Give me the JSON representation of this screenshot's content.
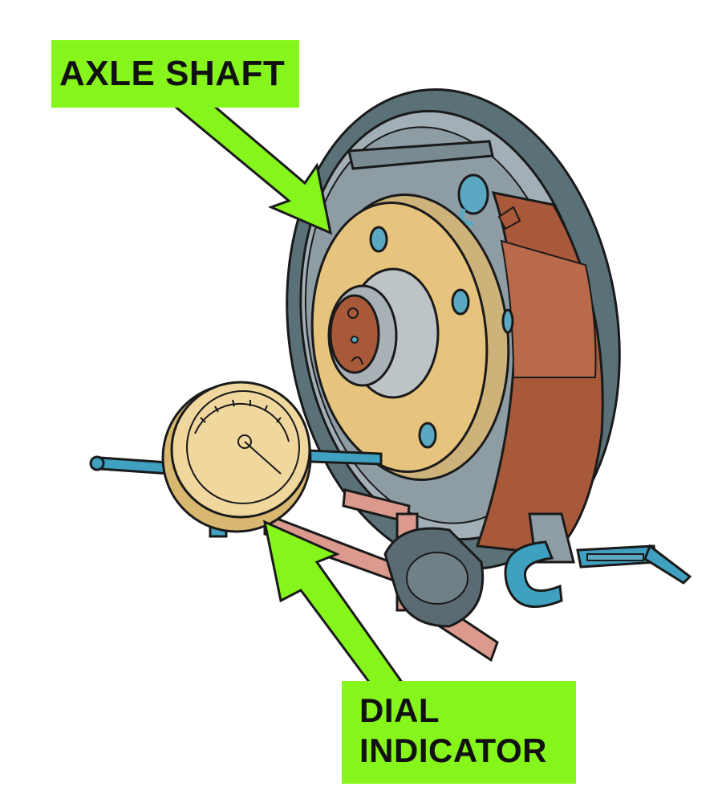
{
  "labels": {
    "axle_shaft": "AXLE SHAFT",
    "dial_line1": "DIAL",
    "dial_line2": "INDICATOR"
  },
  "colors": {
    "label_bg": "#86f51c",
    "backing_plate": "#5b7178",
    "drum_gray": "#a3afb6",
    "flange_yellow": "#e6c47e",
    "brake_shoe": "#a8593a",
    "hub_gray": "#bcc4c8",
    "stud_blue": "#5aa8c2",
    "dial_face": "#efd79e",
    "arm_pink": "#dc9a8e",
    "clamp_blue": "#3fa0c0",
    "magnet_gray": "#5a6b73",
    "outline": "#1a1a1a"
  },
  "icons": [
    "axle-shaft-icon",
    "dial-indicator-icon",
    "brake-drum-icon",
    "c-clamp-icon"
  ]
}
